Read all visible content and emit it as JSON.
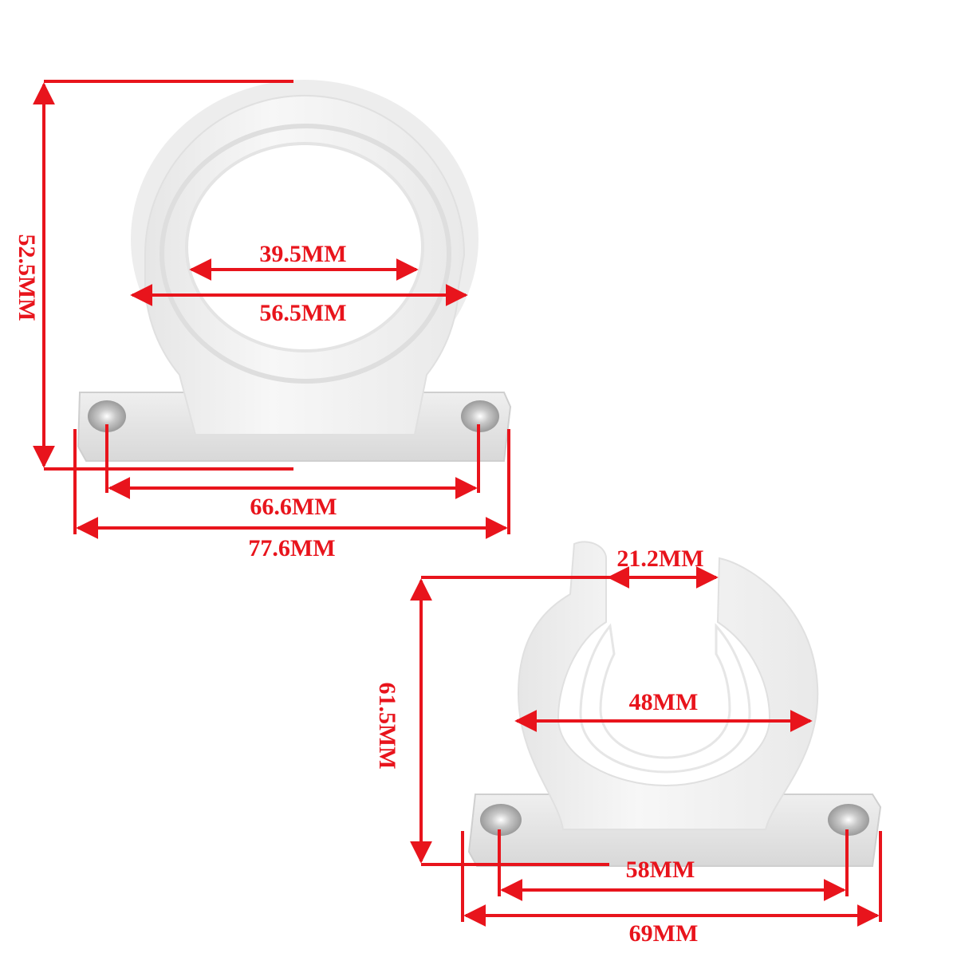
{
  "colors": {
    "dimension": "#e8141c",
    "part_body": "#f2f2f2",
    "part_shadow": "#d6d6d6",
    "base_metal": "#dcdcdc",
    "hole": "#a9a9a9"
  },
  "closed_clip": {
    "inner_diameter": "39.5MM",
    "outer_diameter": "56.5MM",
    "height": "52.5MM",
    "hole_spacing": "66.6MM",
    "base_length": "77.6MM"
  },
  "open_clip": {
    "opening_width": "21.2MM",
    "inner_diameter": "48MM",
    "height": "61.5MM",
    "hole_spacing": "58MM",
    "base_length": "69MM"
  }
}
